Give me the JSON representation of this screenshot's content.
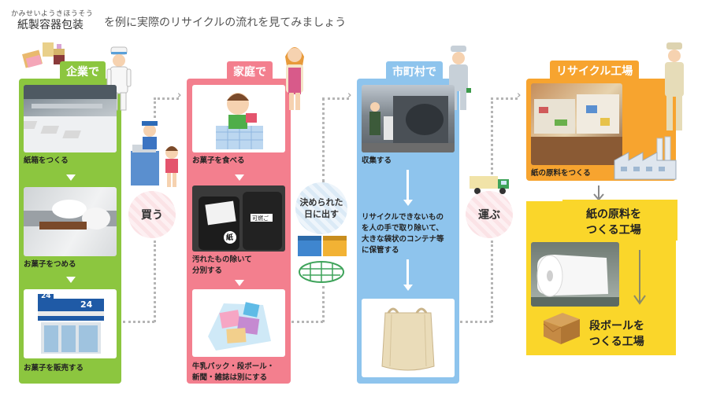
{
  "header": {
    "ruby": "かみせいようきほうそう",
    "title": "紙製容器包装",
    "rest": "を例に実際のリサイクルの流れを見てみましょう"
  },
  "colors": {
    "company": "#8cc63f",
    "home": "#f37f8e",
    "city": "#8ec4ed",
    "factory": "#f7a42f",
    "paper_factory": "#fad62a",
    "dots": "#b5b5b5"
  },
  "columns": {
    "company": {
      "label": "企業で",
      "steps": [
        "紙箱をつくる",
        "お菓子をつめる",
        "お菓子を販売する"
      ]
    },
    "home": {
      "label": "家庭で",
      "steps": [
        "お菓子を食べる",
        "汚れたもの除いて",
        "分別する",
        "牛乳パック・段ボール・",
        "新聞・雑誌は別にする"
      ]
    },
    "city": {
      "label": "市町村で",
      "steps": [
        "収集する"
      ],
      "note": [
        "リサイクルできないもの",
        "を人の手で取り除いて、",
        "大きな袋状のコンテナ等",
        "に保管する"
      ]
    },
    "factory": {
      "label": "リサイクル工場",
      "step": "紙の原料をつくる"
    },
    "paper_factory": {
      "title": [
        "紙の原料を",
        "つくる工場"
      ],
      "end": [
        "段ボールを",
        "つくる工場"
      ]
    }
  },
  "circles": {
    "buy": "買う",
    "dispose": [
      "決められた",
      "日に出す"
    ],
    "carry": "運ぶ"
  },
  "icons": {
    "store_number": "24",
    "bin_label": "紙",
    "bin_label_side": "可燃ご"
  }
}
